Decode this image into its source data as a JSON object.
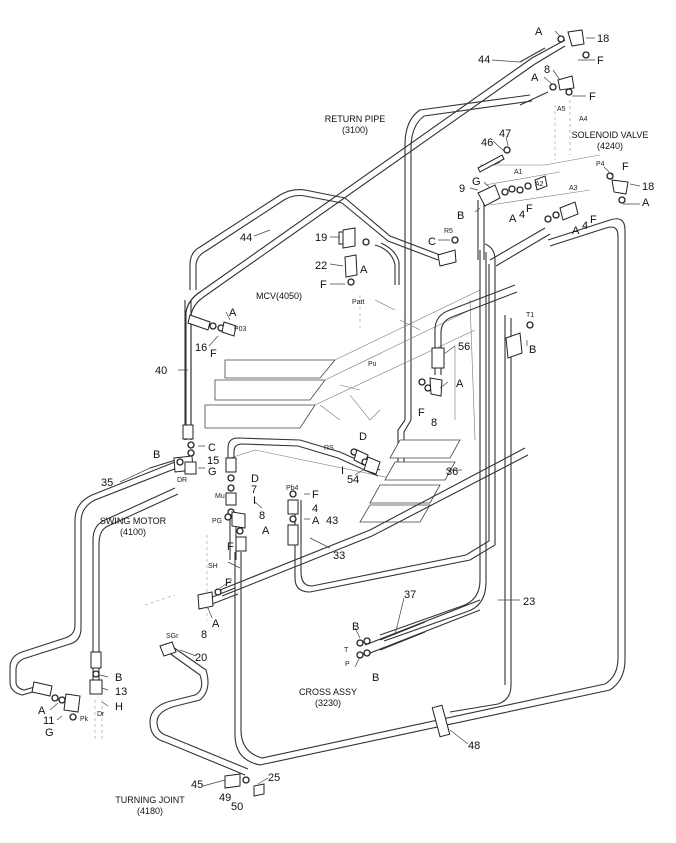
{
  "components": {
    "return_pipe": {
      "name": "RETURN PIPE",
      "code": "(3100)"
    },
    "solenoid_valve": {
      "name": "SOLENOID VALVE",
      "code": "(4240)"
    },
    "mcv": {
      "name": "MCV(4050)"
    },
    "swing_motor": {
      "name": "SWING MOTOR",
      "code": "(4100)"
    },
    "cross_assy": {
      "name": "CROSS ASSY",
      "code": "(3230)"
    },
    "turning_joint": {
      "name": "TURNING JOINT",
      "code": "(4180)"
    }
  },
  "port_labels": {
    "a5": "A5",
    "a4": "A4",
    "p4": "P4",
    "a1": "A1",
    "a2": "A2",
    "a3": "A3",
    "r5": "R5",
    "patt": "Patt",
    "p03": "P03",
    "t1": "T1",
    "pu": "Pu",
    "rs": "RS",
    "dr_swing": "DR",
    "mu": "Mu",
    "pb4": "Pb4",
    "pg": "PG",
    "sh": "SH",
    "sgr": "SGr",
    "t": "T",
    "p": "P",
    "pk": "Pk",
    "dr": "Dr"
  },
  "callouts": [
    {
      "id": "c18a",
      "text": "18"
    },
    {
      "id": "c44a",
      "text": "44"
    },
    {
      "id": "cA1",
      "text": "A"
    },
    {
      "id": "cF1",
      "text": "F"
    },
    {
      "id": "cA2",
      "text": "A"
    },
    {
      "id": "c8a",
      "text": "8"
    },
    {
      "id": "cF2",
      "text": "F"
    },
    {
      "id": "c46",
      "text": "46"
    },
    {
      "id": "c47",
      "text": "47"
    },
    {
      "id": "cF3",
      "text": "F"
    },
    {
      "id": "c18b",
      "text": "18"
    },
    {
      "id": "cA3",
      "text": "A"
    },
    {
      "id": "cG1",
      "text": "G"
    },
    {
      "id": "c9",
      "text": "9"
    },
    {
      "id": "cB1",
      "text": "B"
    },
    {
      "id": "cA4",
      "text": "A"
    },
    {
      "id": "c4a",
      "text": "4"
    },
    {
      "id": "cF4",
      "text": "F"
    },
    {
      "id": "cA5",
      "text": "A"
    },
    {
      "id": "c4b",
      "text": "4"
    },
    {
      "id": "cF5",
      "text": "F"
    },
    {
      "id": "cC1",
      "text": "C"
    },
    {
      "id": "c44b",
      "text": "44"
    },
    {
      "id": "c19",
      "text": "19"
    },
    {
      "id": "c22",
      "text": "22"
    },
    {
      "id": "cA6",
      "text": "A"
    },
    {
      "id": "cF6",
      "text": "F"
    },
    {
      "id": "cA7",
      "text": "A"
    },
    {
      "id": "c16",
      "text": "16"
    },
    {
      "id": "cF7",
      "text": "F"
    },
    {
      "id": "c56",
      "text": "56"
    },
    {
      "id": "cB2",
      "text": "B"
    },
    {
      "id": "c40",
      "text": "40"
    },
    {
      "id": "cA8",
      "text": "A"
    },
    {
      "id": "cF8",
      "text": "F"
    },
    {
      "id": "c8b",
      "text": "8"
    },
    {
      "id": "cD1",
      "text": "D"
    },
    {
      "id": "cB3",
      "text": "B"
    },
    {
      "id": "cC2",
      "text": "C"
    },
    {
      "id": "c15",
      "text": "15"
    },
    {
      "id": "cG2",
      "text": "G"
    },
    {
      "id": "cI1",
      "text": "I"
    },
    {
      "id": "c36",
      "text": "36"
    },
    {
      "id": "c54",
      "text": "54"
    },
    {
      "id": "c35",
      "text": "35"
    },
    {
      "id": "cD2",
      "text": "D"
    },
    {
      "id": "c7",
      "text": "7"
    },
    {
      "id": "cI2",
      "text": "I"
    },
    {
      "id": "cF9",
      "text": "F"
    },
    {
      "id": "c8c",
      "text": "8"
    },
    {
      "id": "c4c",
      "text": "4"
    },
    {
      "id": "cA9",
      "text": "A"
    },
    {
      "id": "c43",
      "text": "43"
    },
    {
      "id": "cA10",
      "text": "A"
    },
    {
      "id": "cF10",
      "text": "F"
    },
    {
      "id": "c33",
      "text": "33"
    },
    {
      "id": "cF11",
      "text": "F"
    },
    {
      "id": "c37",
      "text": "37"
    },
    {
      "id": "c23",
      "text": "23"
    },
    {
      "id": "c8d",
      "text": "8"
    },
    {
      "id": "cA11",
      "text": "A"
    },
    {
      "id": "cB4",
      "text": "B"
    },
    {
      "id": "c20",
      "text": "20"
    },
    {
      "id": "cB5",
      "text": "B"
    },
    {
      "id": "cB6",
      "text": "B"
    },
    {
      "id": "c13",
      "text": "13"
    },
    {
      "id": "cA12",
      "text": "A"
    },
    {
      "id": "c11",
      "text": "11"
    },
    {
      "id": "cH",
      "text": "H"
    },
    {
      "id": "cG3",
      "text": "G"
    },
    {
      "id": "c48",
      "text": "48"
    },
    {
      "id": "c45",
      "text": "45"
    },
    {
      "id": "c25",
      "text": "25"
    },
    {
      "id": "c49",
      "text": "49"
    },
    {
      "id": "c50",
      "text": "50"
    }
  ]
}
